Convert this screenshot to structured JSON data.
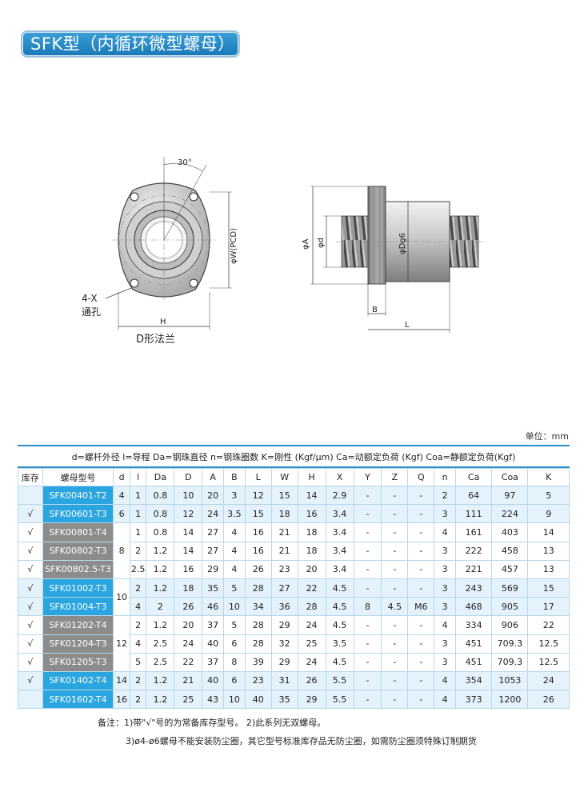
{
  "title": "SFK型（内循环微型螺母）",
  "drawing": {
    "angle": "30°",
    "pcd": "φW(PCD)",
    "hole_note": "4-X",
    "hole_note2": "通孔",
    "h_label": "H",
    "flange": "D形法兰",
    "phiA": "φA",
    "phid": "φd",
    "phiDg6": "φDg6",
    "b_label": "B",
    "l_label": "L"
  },
  "unit": "单位：mm",
  "legend": "d=螺杆外径   l=导程   Da=钢珠直径   n=钢珠圈数   K=刚性 (Kgf/μm)   Ca=动额定负荷 (Kgf)   Coa=静额定负荷(Kgf)",
  "table": {
    "headers": [
      "库存",
      "螺母型号",
      "d",
      "l",
      "Da",
      "D",
      "A",
      "B",
      "L",
      "W",
      "H",
      "X",
      "Y",
      "Z",
      "Q",
      "n",
      "Ca",
      "Coa",
      "K"
    ],
    "rows": [
      {
        "stock": "",
        "model": "SFK00401-T2",
        "d": "4",
        "l": "1",
        "Da": "0.8",
        "D": "10",
        "A": "20",
        "B": "3",
        "L": "12",
        "W": "15",
        "H": "14",
        "X": "2.9",
        "Y": "-",
        "Z": "-",
        "Q": "-",
        "n": "2",
        "Ca": "64",
        "Coa": "97",
        "K": "5"
      },
      {
        "stock": "√",
        "model": "SFK00601-T3",
        "d": "6",
        "l": "1",
        "Da": "0.8",
        "D": "12",
        "A": "24",
        "B": "3.5",
        "L": "15",
        "W": "18",
        "H": "16",
        "X": "3.4",
        "Y": "-",
        "Z": "-",
        "Q": "-",
        "n": "3",
        "Ca": "111",
        "Coa": "224",
        "K": "9"
      },
      {
        "stock": "√",
        "model": "SFK00801-T4",
        "d": "8",
        "l": "1",
        "Da": "0.8",
        "D": "14",
        "A": "27",
        "B": "4",
        "L": "16",
        "W": "21",
        "H": "18",
        "X": "3.4",
        "Y": "-",
        "Z": "-",
        "Q": "-",
        "n": "4",
        "Ca": "161",
        "Coa": "403",
        "K": "14"
      },
      {
        "stock": "√",
        "model": "SFK00802-T3",
        "d": "",
        "l": "2",
        "Da": "1.2",
        "D": "14",
        "A": "27",
        "B": "4",
        "L": "16",
        "W": "21",
        "H": "18",
        "X": "3.4",
        "Y": "-",
        "Z": "-",
        "Q": "-",
        "n": "3",
        "Ca": "222",
        "Coa": "458",
        "K": "13"
      },
      {
        "stock": "√",
        "model": "SFK00802.5-T3",
        "d": "",
        "l": "2.5",
        "Da": "1.2",
        "D": "16",
        "A": "29",
        "B": "4",
        "L": "26",
        "W": "23",
        "H": "20",
        "X": "3.4",
        "Y": "-",
        "Z": "-",
        "Q": "-",
        "n": "3",
        "Ca": "221",
        "Coa": "457",
        "K": "13"
      },
      {
        "stock": "√",
        "model": "SFK01002-T3",
        "d": "10",
        "l": "2",
        "Da": "1.2",
        "D": "18",
        "A": "35",
        "B": "5",
        "L": "28",
        "W": "27",
        "H": "22",
        "X": "4.5",
        "Y": "-",
        "Z": "-",
        "Q": "-",
        "n": "3",
        "Ca": "243",
        "Coa": "569",
        "K": "15"
      },
      {
        "stock": "√",
        "model": "SFK01004-T3",
        "d": "",
        "l": "4",
        "Da": "2",
        "D": "26",
        "A": "46",
        "B": "10",
        "L": "34",
        "W": "36",
        "H": "28",
        "X": "4.5",
        "Y": "8",
        "Z": "4.5",
        "Q": "M6",
        "n": "3",
        "Ca": "468",
        "Coa": "905",
        "K": "17"
      },
      {
        "stock": "√",
        "model": "SFK01202-T4",
        "d": "12",
        "l": "2",
        "Da": "1.2",
        "D": "20",
        "A": "37",
        "B": "5",
        "L": "28",
        "W": "29",
        "H": "24",
        "X": "4.5",
        "Y": "-",
        "Z": "-",
        "Q": "-",
        "n": "4",
        "Ca": "334",
        "Coa": "906",
        "K": "22"
      },
      {
        "stock": "√",
        "model": "SFK01204-T3",
        "d": "",
        "l": "4",
        "Da": "2.5",
        "D": "24",
        "A": "40",
        "B": "6",
        "L": "28",
        "W": "32",
        "H": "25",
        "X": "3.5",
        "Y": "-",
        "Z": "-",
        "Q": "-",
        "n": "3",
        "Ca": "451",
        "Coa": "709.3",
        "K": "12.5"
      },
      {
        "stock": "√",
        "model": "SFK01205-T3",
        "d": "",
        "l": "5",
        "Da": "2.5",
        "D": "22",
        "A": "37",
        "B": "8",
        "L": "39",
        "W": "29",
        "H": "24",
        "X": "4.5",
        "Y": "-",
        "Z": "-",
        "Q": "-",
        "n": "3",
        "Ca": "451",
        "Coa": "709.3",
        "K": "12.5"
      },
      {
        "stock": "√",
        "model": "SFK01402-T4",
        "d": "14",
        "l": "2",
        "Da": "1.2",
        "D": "21",
        "A": "40",
        "B": "6",
        "L": "23",
        "W": "31",
        "H": "26",
        "X": "5.5",
        "Y": "-",
        "Z": "-",
        "Q": "-",
        "n": "4",
        "Ca": "354",
        "Coa": "1053",
        "K": "24"
      },
      {
        "stock": "",
        "model": "SFK01602-T4",
        "d": "16",
        "l": "2",
        "Da": "1.2",
        "D": "25",
        "A": "43",
        "B": "10",
        "L": "40",
        "W": "35",
        "H": "29",
        "X": "5.5",
        "Y": "-",
        "Z": "-",
        "Q": "-",
        "n": "4",
        "Ca": "373",
        "Coa": "1200",
        "K": "26"
      }
    ]
  },
  "notes": {
    "line1": "备注：1)带\"√\"号的为常备库存型号。   2)此系列无双螺母。",
    "line2": "3)ø4-ø6螺母不能安装防尘圈，其它型号标准库存品无防尘圈，如需防尘圈须特殊订制期货"
  },
  "colors": {
    "accent": "#2aa5df",
    "model_gray": "#8c8c8c",
    "row_tint": "#e3f2fb",
    "rule": "#2a8fca"
  }
}
